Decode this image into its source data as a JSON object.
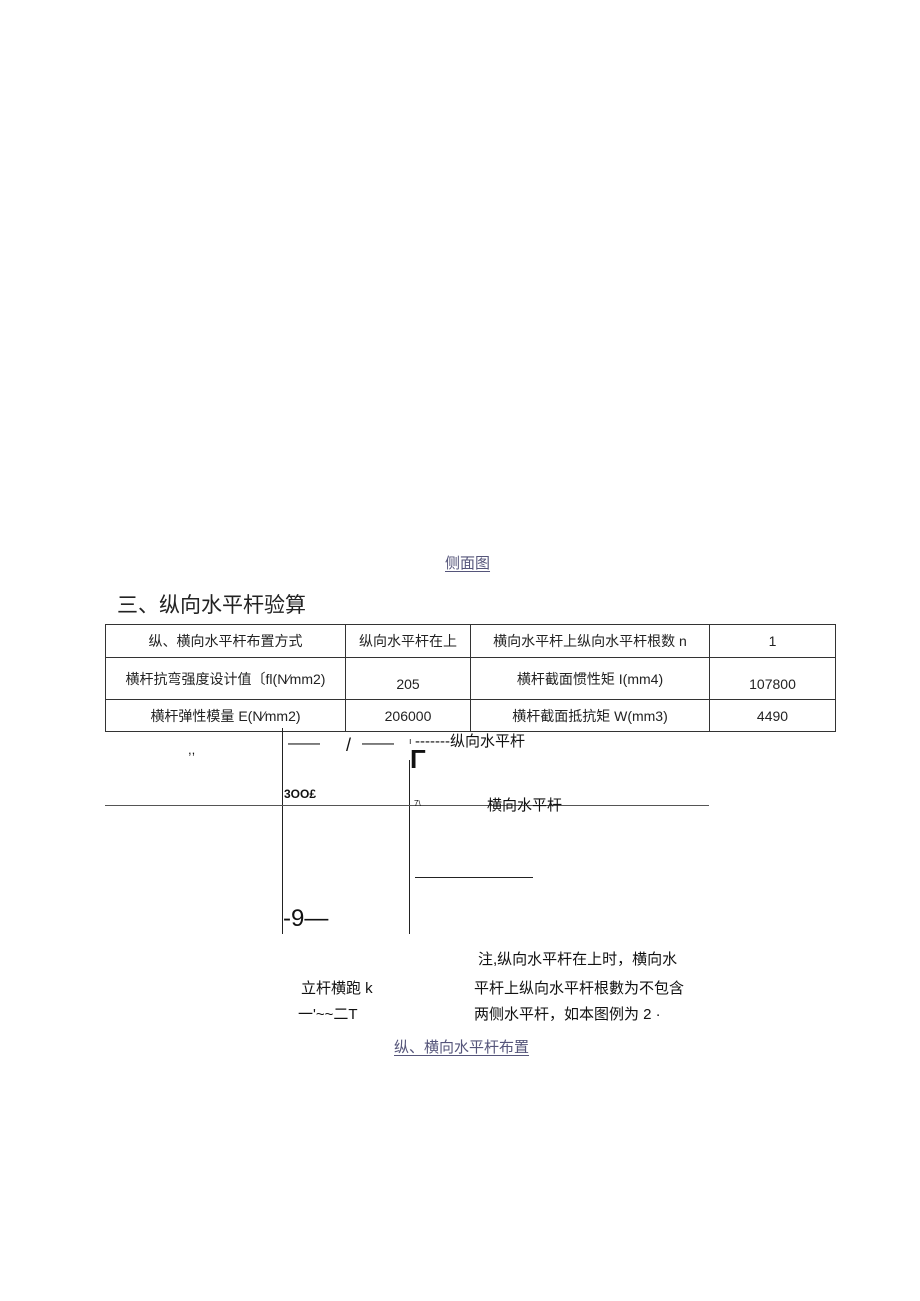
{
  "side_view_caption": "侧面图",
  "section_title": "三、纵向水平杆验算",
  "params_table": {
    "rows": [
      [
        "纵、横向水平杆布置方式",
        "纵向水平杆在上",
        "横向水平杆上纵向水平杆根数 n",
        "1"
      ],
      [
        "横杆抗弯强度设计值〔fl(N∕mm2)",
        "205",
        "横杆截面惯性矩 I(mm4)",
        "107800"
      ],
      [
        "横杆弹性模量 E(N∕mm2)",
        "206000",
        "横杆截面抵抗矩 W(mm3)",
        "4490"
      ]
    ]
  },
  "diagram": {
    "quote_mark": ",,",
    "top_dashes_left": "——",
    "top_slash": "/",
    "top_dashes_right": "——",
    "tick_mark": "ı",
    "label_longitudinal": "-------纵向水平杆",
    "gamma_mark": "Γ",
    "label_3000": "3OO£",
    "small_mark": "7\\",
    "label_transverse": "横向水平杆",
    "label_minus9": "-9—",
    "label_pole_spacing": "立杆横跑 k",
    "label_bottom_marks": "一'~~二T",
    "note_line1": "注,纵向水平杆在上时，横向水",
    "note_line2": "平杆上纵向水平杆根數为不包含",
    "note_line3": "两侧水平杆，如本图例为 2 ·"
  },
  "layout_caption": "纵、横向水平杆布置"
}
